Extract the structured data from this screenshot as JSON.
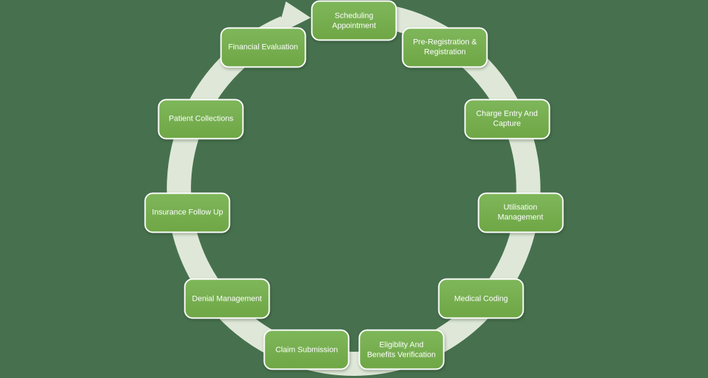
{
  "diagram_type": "circular-cycle",
  "colors": {
    "background": "#47714e",
    "ring": "#dfe8d8",
    "node_fill_top": "#7eb65a",
    "node_fill_bottom": "#6fa746",
    "node_border": "#ffffff",
    "node_text": "#ffffff"
  },
  "nodes": [
    {
      "label": "Scheduling Appointment",
      "lines": [
        "Scheduling",
        "Appointment"
      ]
    },
    {
      "label": "Pre-Registration & Registration",
      "lines": [
        "Pre-Registration &",
        "Registration"
      ]
    },
    {
      "label": "Charge Entry And Capture",
      "lines": [
        "Charge Entry And",
        "Capture"
      ]
    },
    {
      "label": "Utilisation Management",
      "lines": [
        "Utilisation",
        "Management"
      ]
    },
    {
      "label": "Medical Coding",
      "lines": [
        "Medical Coding"
      ]
    },
    {
      "label": "Eligiblity And Benefits Verification",
      "lines": [
        "Eligiblity And",
        "Benefits Verification"
      ]
    },
    {
      "label": "Claim Submission",
      "lines": [
        "Claim Submission"
      ]
    },
    {
      "label": "Denial Management",
      "lines": [
        "Denial Management"
      ]
    },
    {
      "label": "Insurance Follow Up",
      "lines": [
        "Insurance Follow Up"
      ]
    },
    {
      "label": "Patient Collections",
      "lines": [
        "Patient Collections"
      ]
    },
    {
      "label": "Financial Evaluation",
      "lines": [
        "Financial Evaluation"
      ]
    }
  ]
}
